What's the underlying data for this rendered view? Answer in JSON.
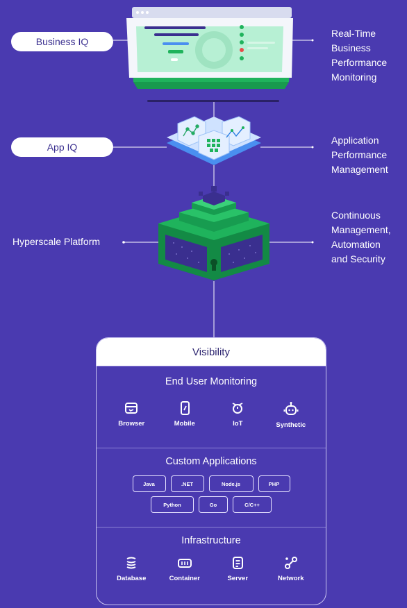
{
  "layers": {
    "business_iq": {
      "label": "Business IQ",
      "description": [
        "Real-Time",
        "Business",
        "Performance",
        "Monitoring"
      ]
    },
    "app_iq": {
      "label": "App IQ",
      "description": [
        "Application",
        "Performance",
        "Management"
      ]
    },
    "platform": {
      "label": "Hyperscale Platform",
      "description": [
        "Continuous",
        "Management,",
        "Automation",
        "and Security"
      ]
    }
  },
  "visibility": {
    "title": "Visibility",
    "end_user": {
      "title": "End User Monitoring",
      "items": [
        {
          "label": "Browser",
          "icon": "browser-icon"
        },
        {
          "label": "Mobile",
          "icon": "mobile-icon"
        },
        {
          "label": "IoT",
          "icon": "iot-icon"
        },
        {
          "label": "Synthetic",
          "icon": "robot-icon"
        }
      ]
    },
    "custom_apps": {
      "title": "Custom Applications",
      "row1": [
        "Java",
        ".NET",
        "Node.js",
        "PHP"
      ],
      "row2": [
        "Python",
        "Go",
        "C/C++"
      ]
    },
    "infrastructure": {
      "title": "Infrastructure",
      "items": [
        {
          "label": "Database",
          "icon": "database-icon"
        },
        {
          "label": "Container",
          "icon": "container-icon"
        },
        {
          "label": "Server",
          "icon": "server-icon"
        },
        {
          "label": "Network",
          "icon": "network-icon"
        }
      ]
    }
  },
  "colors": {
    "background": "#4a3ab0",
    "green": "#1fb35c",
    "mint": "#7fe5b4",
    "blue": "#4a8ff0"
  }
}
